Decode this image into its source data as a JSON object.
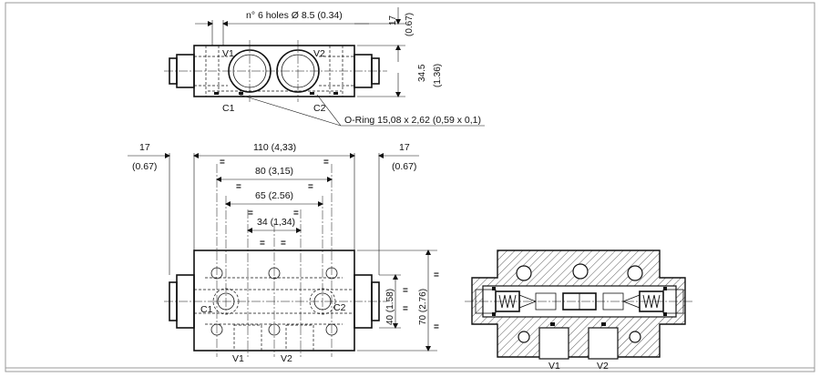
{
  "diagram": {
    "top_view": {
      "holes_note": "n° 6 holes Ø 8.5 (0.34)",
      "dim_top_17": "17",
      "dim_top_17_in": "(0.67)",
      "dim_height": "34.5",
      "dim_height_in": "(1.36)",
      "label_v1": "V1",
      "label_v2": "V2",
      "label_c1": "C1",
      "label_c2": "C2",
      "oring_note": "O-Ring 15,08 x 2,62 (0,59 x 0,1)"
    },
    "front_view": {
      "dim_left_17": "17",
      "dim_left_17_in": "(0.67)",
      "dim_right_17": "17",
      "dim_right_17_in": "(0.67)",
      "dim_110": "110 (4,33)",
      "dim_80": "80 (3,15)",
      "dim_65": "65 (2.56)",
      "dim_34": "34 (1,34)",
      "dim_40": "40 (1.58)",
      "dim_70": "70 (2.76)",
      "equal_mark": "=",
      "label_c1": "C1",
      "label_c2": "C2",
      "label_v1": "V1",
      "label_v2": "V2"
    },
    "section_view": {
      "label_v1": "V1",
      "label_v2": "V2"
    }
  }
}
